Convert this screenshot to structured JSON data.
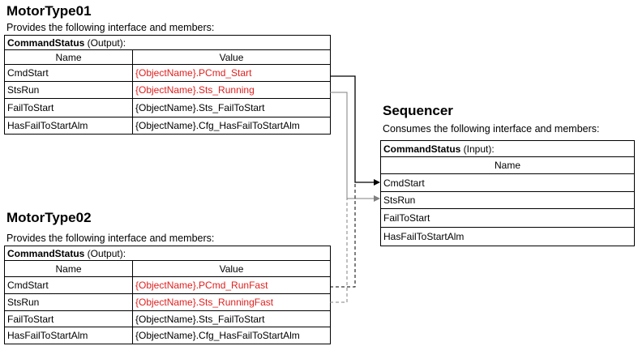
{
  "motor1": {
    "title": "MotorType01",
    "subtitle": "Provides the following interface and members:",
    "interface_name": "CommandStatus",
    "interface_dir": " (Output):",
    "col_name": "Name",
    "col_value": "Value",
    "rows": [
      {
        "name": "CmdStart",
        "value": "{ObjectName}.PCmd_Start"
      },
      {
        "name": "StsRun",
        "value": "{ObjectName}.Sts_Running"
      },
      {
        "name": "FailToStart",
        "value": "{ObjectName}.Sts_FailToStart"
      },
      {
        "name": "HasFailToStartAlm",
        "value": "{ObjectName}.Cfg_HasFailToStartAlm"
      }
    ]
  },
  "motor2": {
    "title": "MotorType02",
    "subtitle": "Provides the following interface and members:",
    "interface_name": "CommandStatus",
    "interface_dir": " (Output):",
    "col_name": "Name",
    "col_value": "Value",
    "rows": [
      {
        "name": "CmdStart",
        "value": "{ObjectName}.PCmd_RunFast"
      },
      {
        "name": "StsRun",
        "value": "{ObjectName}.Sts_RunningFast"
      },
      {
        "name": "FailToStart",
        "value": "{ObjectName}.Sts_FailToStart"
      },
      {
        "name": "HasFailToStartAlm",
        "value": "{ObjectName}.Cfg_HasFailToStartAlm"
      }
    ]
  },
  "sequencer": {
    "title": "Sequencer",
    "subtitle": "Consumes the following interface and members:",
    "interface_name": "CommandStatus",
    "interface_dir": " (Input):",
    "col_name": "Name",
    "rows": [
      {
        "name": "CmdStart"
      },
      {
        "name": "StsRun"
      },
      {
        "name": "FailToStart"
      },
      {
        "name": "HasFailToStartAlm"
      }
    ]
  },
  "colors": {
    "highlight_text": "#e0201e",
    "cmd_link": "#000000",
    "sts_link": "#808080"
  }
}
